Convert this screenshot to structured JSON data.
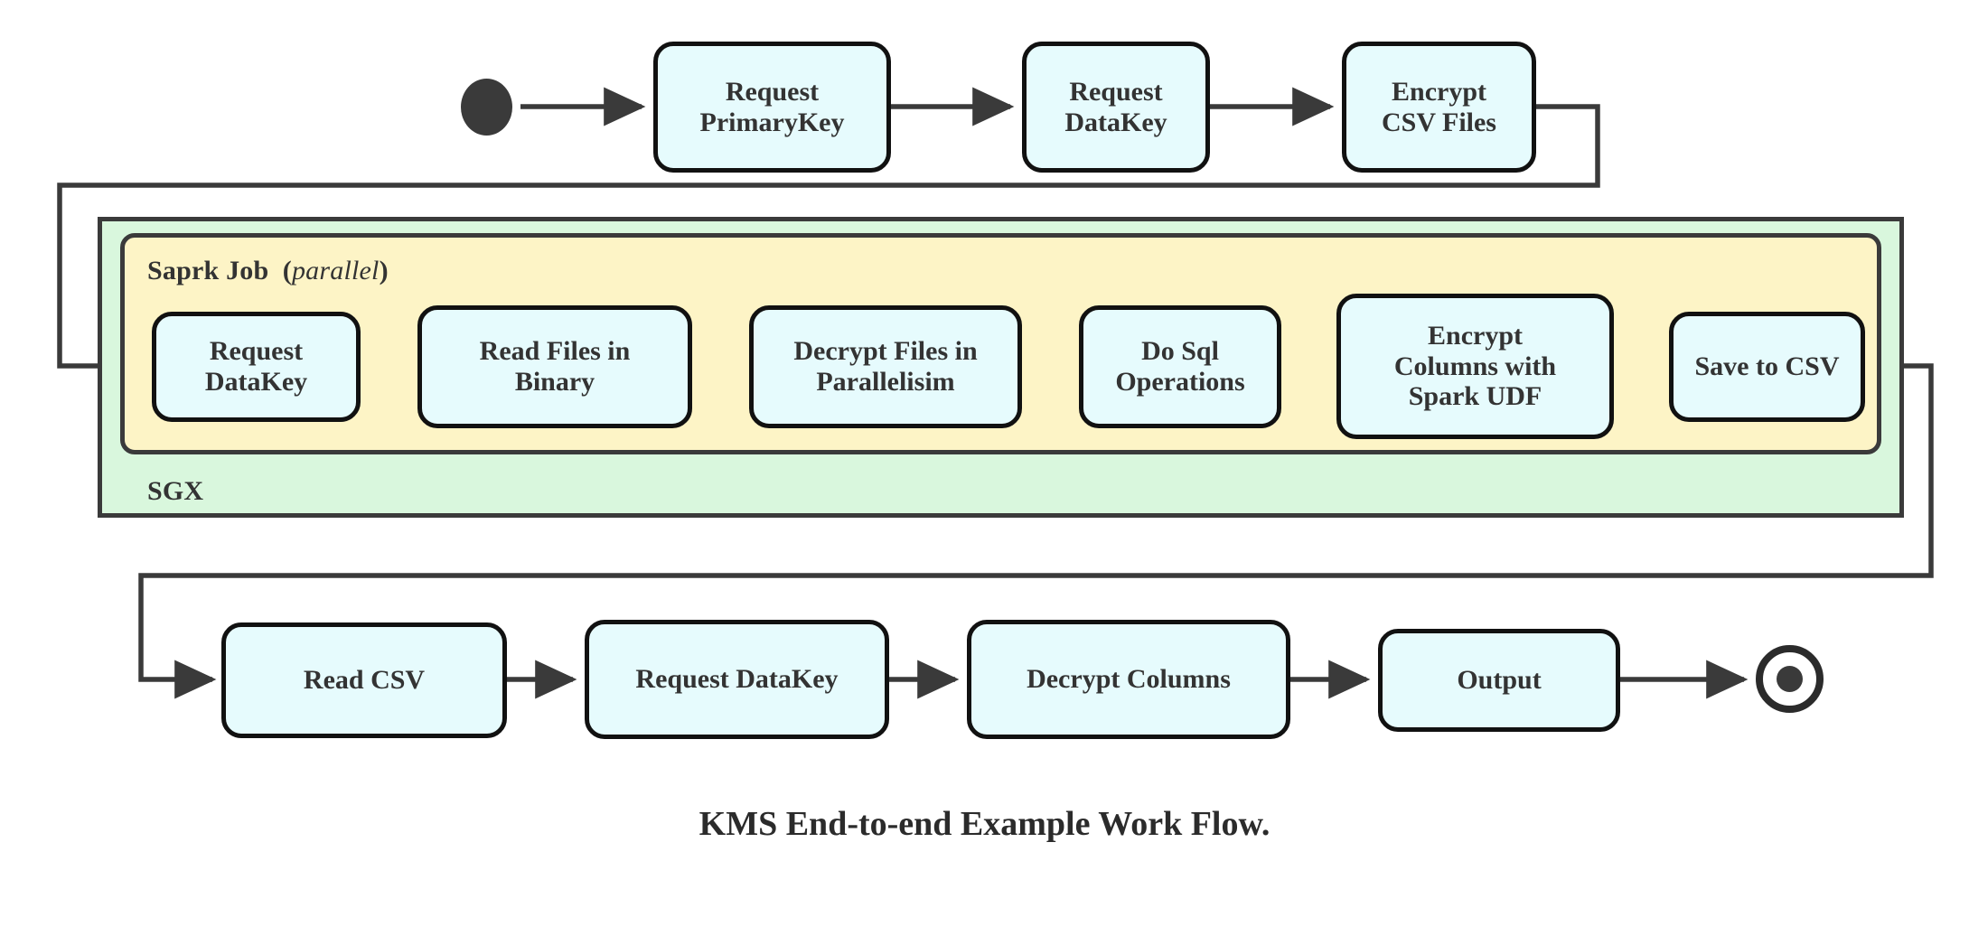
{
  "diagram": {
    "title": "KMS End-to-end Example Work Flow.",
    "colors": {
      "node_fill": "#e6fbfd",
      "node_border": "#111111",
      "sgx_fill": "#d9f7dd",
      "spark_fill": "#fdf4c6",
      "container_border": "#3a3a3a",
      "text": "#333333",
      "arrow": "#3a3a3a"
    },
    "containers": {
      "sgx": {
        "label": "SGX"
      },
      "spark": {
        "label_bold": "Saprk Job",
        "label_paren_open": "(",
        "label_italic": "parallel",
        "label_paren_close": ")"
      }
    },
    "terminals": {
      "start": "start-node",
      "end": "end-node"
    },
    "rows": {
      "top": [
        {
          "id": "request-primarykey",
          "line1": "Request",
          "line2": "PrimaryKey"
        },
        {
          "id": "request-datakey-top",
          "line1": "Request",
          "line2": "DataKey"
        },
        {
          "id": "encrypt-csv-files",
          "line1": "Encrypt",
          "line2": "CSV Files"
        }
      ],
      "middle": [
        {
          "id": "request-datakey-spark",
          "line1": "Request",
          "line2": "DataKey",
          "line3": ""
        },
        {
          "id": "read-files-in-binary",
          "line1": "Read Files in",
          "line2": "Binary",
          "line3": ""
        },
        {
          "id": "decrypt-files-in-parallelisim",
          "line1": "Decrypt Files in",
          "line2": "Parallelisim",
          "line3": ""
        },
        {
          "id": "do-sql-operations",
          "line1": "Do Sql",
          "line2": "Operations",
          "line3": ""
        },
        {
          "id": "encrypt-columns-with-spark-udf",
          "line1": "Encrypt",
          "line2": "Columns with",
          "line3": "Spark UDF"
        },
        {
          "id": "save-to-csv",
          "line1": "Save to CSV",
          "line2": "",
          "line3": ""
        }
      ],
      "bottom": [
        {
          "id": "read-csv",
          "line1": "Read CSV"
        },
        {
          "id": "request-datakey-bottom",
          "line1": "Request DataKey"
        },
        {
          "id": "decrypt-columns",
          "line1": "Decrypt Columns"
        },
        {
          "id": "output",
          "line1": "Output"
        }
      ]
    },
    "flow_order": [
      "start-node",
      "Request PrimaryKey",
      "Request DataKey",
      "Encrypt CSV Files",
      "Request DataKey",
      "Read Files in Binary",
      "Decrypt Files in Parallelisim",
      "Do Sql Operations",
      "Encrypt Columns with Spark UDF",
      "Save to CSV",
      "Read CSV",
      "Request DataKey",
      "Decrypt Columns",
      "Output",
      "end-node"
    ]
  }
}
